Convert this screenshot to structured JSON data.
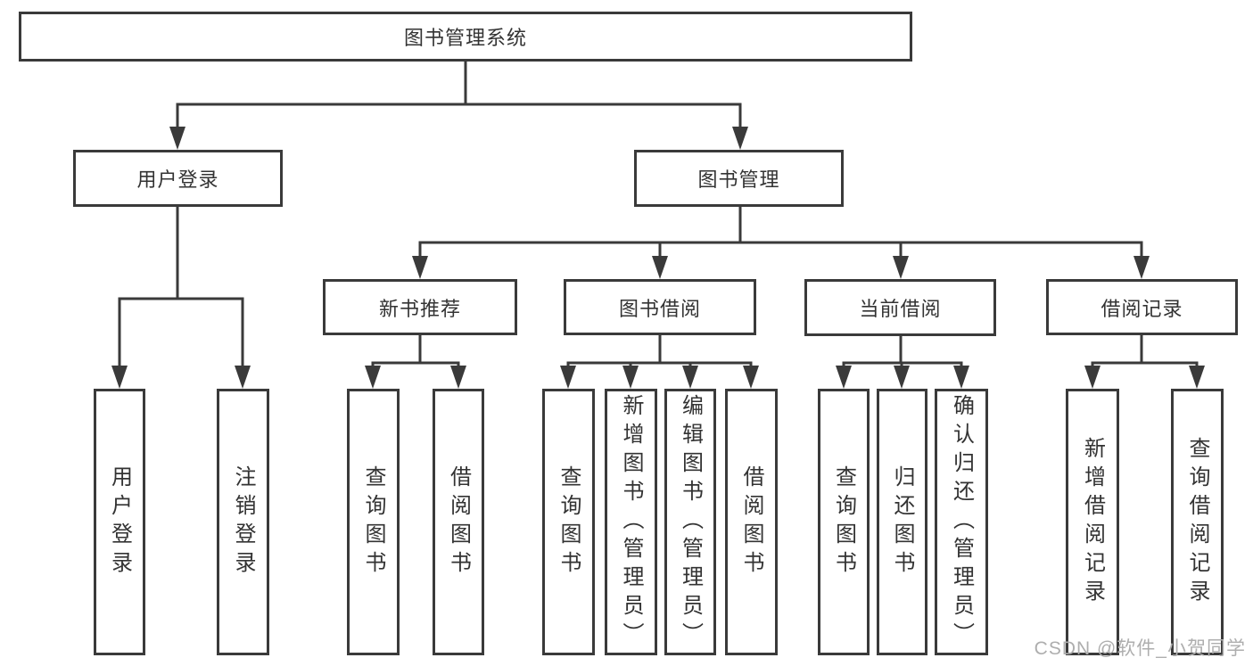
{
  "diagram": {
    "title": "图书管理系统",
    "type": "hierarchy-tree"
  },
  "tree": {
    "root": {
      "label": "图书管理系统"
    },
    "level2": [
      {
        "label": "用户登录",
        "children": [
          {
            "label": "用户登录"
          },
          {
            "label": "注销登录"
          }
        ]
      },
      {
        "label": "图书管理",
        "children": [
          {
            "label": "新书推荐",
            "children": [
              {
                "label": "查询图书"
              },
              {
                "label": "借阅图书"
              }
            ]
          },
          {
            "label": "图书借阅",
            "children": [
              {
                "label": "查询图书"
              },
              {
                "label": "新增图书（管理员）"
              },
              {
                "label": "编辑图书（管理员）"
              },
              {
                "label": "借阅图书"
              }
            ]
          },
          {
            "label": "当前借阅",
            "children": [
              {
                "label": "查询图书"
              },
              {
                "label": "归还图书"
              },
              {
                "label": "确认归还（管理员）"
              }
            ]
          },
          {
            "label": "借阅记录",
            "children": [
              {
                "label": "新增借阅记录"
              },
              {
                "label": "查询借阅记录"
              }
            ]
          }
        ]
      }
    ]
  },
  "watermark": {
    "text": "CSDN @软件_小贺同学"
  },
  "colors": {
    "line": "#3a3a3a",
    "box_border": "#3a3a3a",
    "box_fill": "#ffffff",
    "text": "#333333",
    "background": "#ffffff",
    "watermark": "#aeaeae"
  }
}
